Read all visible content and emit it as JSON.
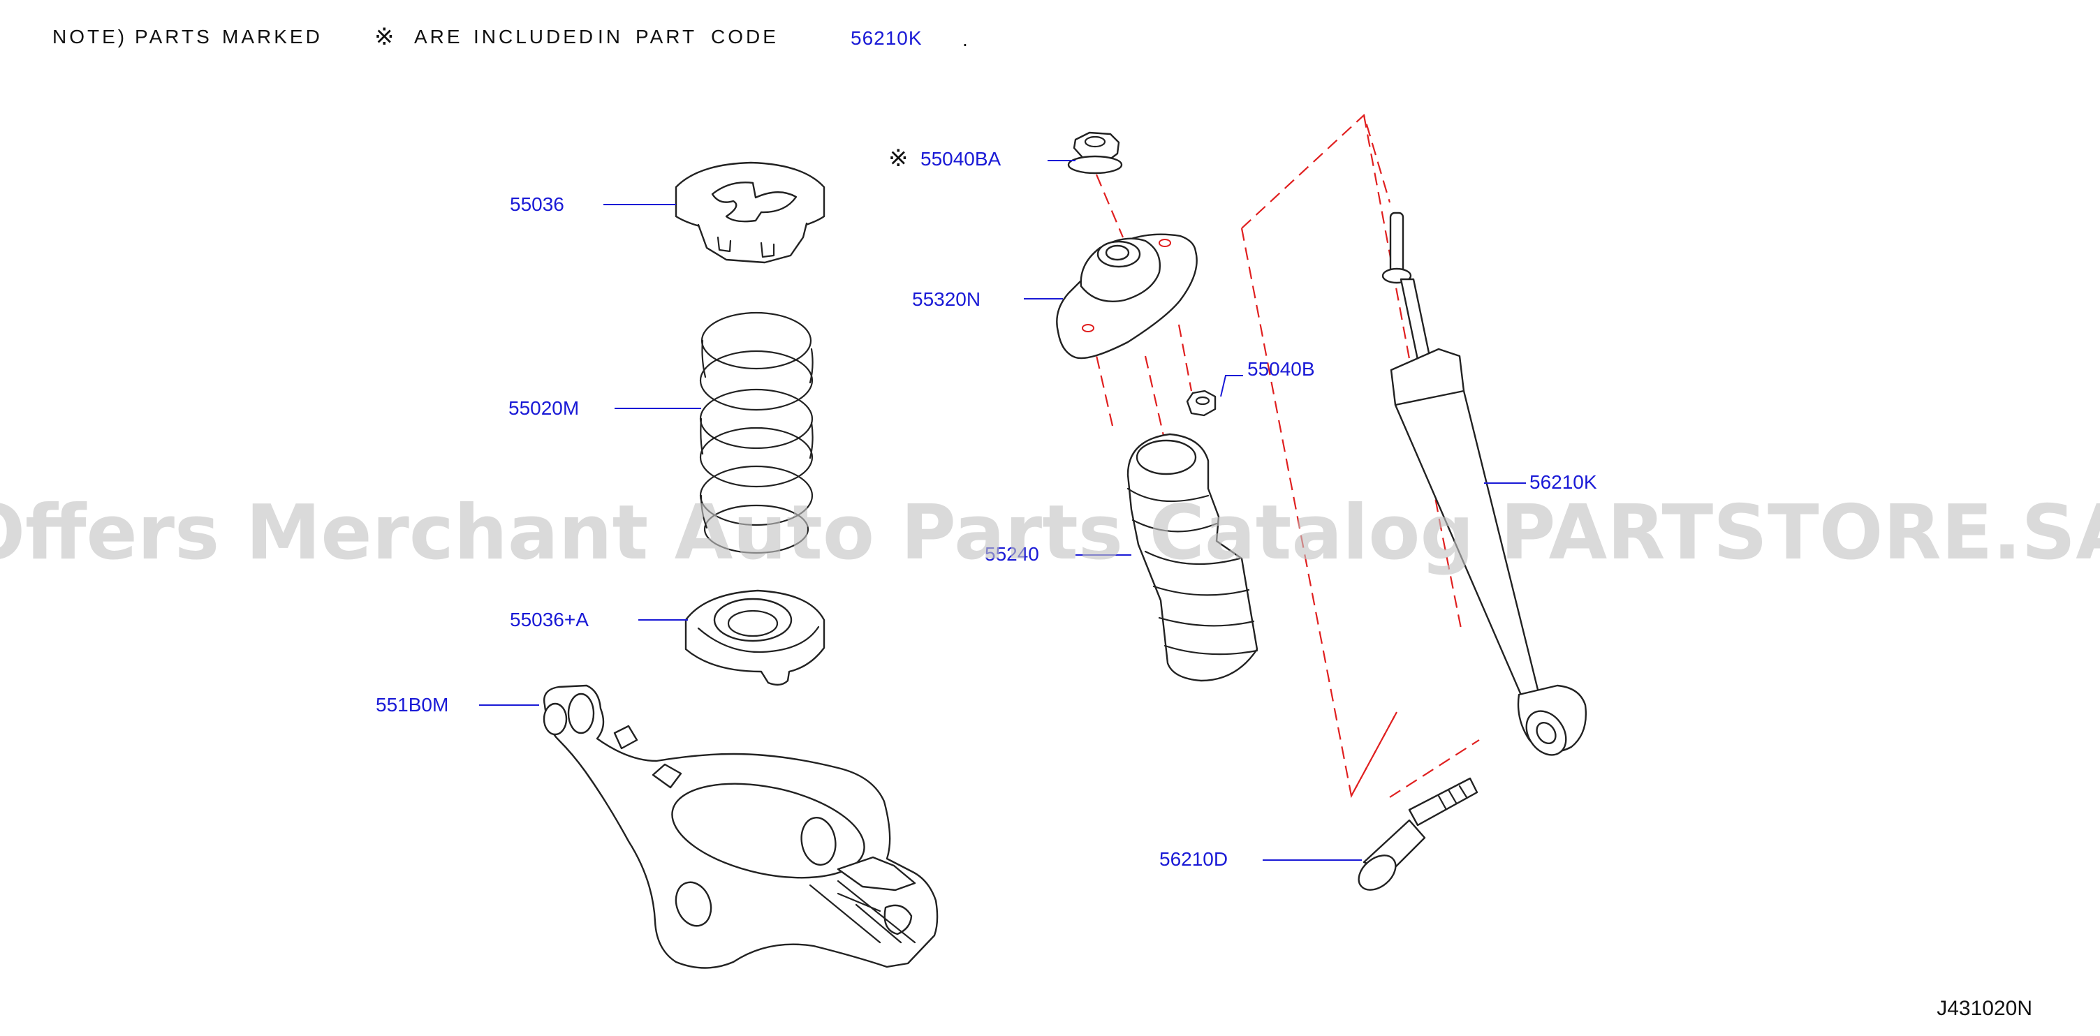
{
  "note": {
    "prefix": "NOTE)",
    "parts": "PARTS",
    "marked": "MARKED",
    "mark_symbol": "※",
    "are": "ARE",
    "included": "INCLUDED",
    "in": "IN",
    "part": "PART",
    "code": "CODE",
    "part_code": "56210K",
    "period": "."
  },
  "callouts": {
    "nut_top_mark": "※",
    "nut_top": "55040BA",
    "upper_seat": "55036",
    "mount": "55320N",
    "nut_side": "55040B",
    "spring": "55020M",
    "bound_bumper": "55240",
    "shock_absorber": "56210K",
    "lower_seat": "55036+A",
    "lower_arm": "551B0M",
    "bolt": "56210D"
  },
  "diagram_id": "J431020N",
  "watermark": "Offers Merchant Auto Parts Catalog PARTSTORE.SA",
  "colors": {
    "callout_text": "#1a1ad6",
    "dashed_line": "#e02020",
    "line_art": "#222222",
    "watermark": "#c4c4c4"
  }
}
